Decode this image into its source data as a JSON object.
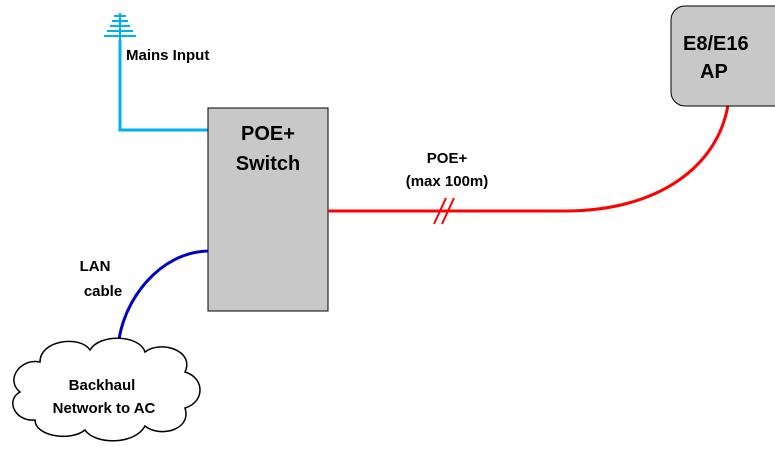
{
  "diagram": {
    "mains_label": "Mains Input",
    "switch": {
      "line1": "POE+",
      "line2": "Switch"
    },
    "poe_link": {
      "line1": "POE+",
      "line2": "(max 100m)"
    },
    "ap": {
      "line1": "E8/E16",
      "line2": "AP"
    },
    "lan": {
      "line1": "LAN",
      "line2": "cable"
    },
    "cloud": {
      "line1": "Backhaul",
      "line2": "Network to AC"
    },
    "colors": {
      "mains_cable": "#00b0f0",
      "poe_cable": "#ff0000",
      "lan_cable": "#0000cc",
      "switch_fill": "#c8c8c8",
      "ap_fill": "#c8c8c8",
      "outline": "#000000"
    },
    "icons": {
      "mains": "mains-plug-icon",
      "break": "cable-break-icon",
      "cloud": "cloud-icon"
    }
  }
}
